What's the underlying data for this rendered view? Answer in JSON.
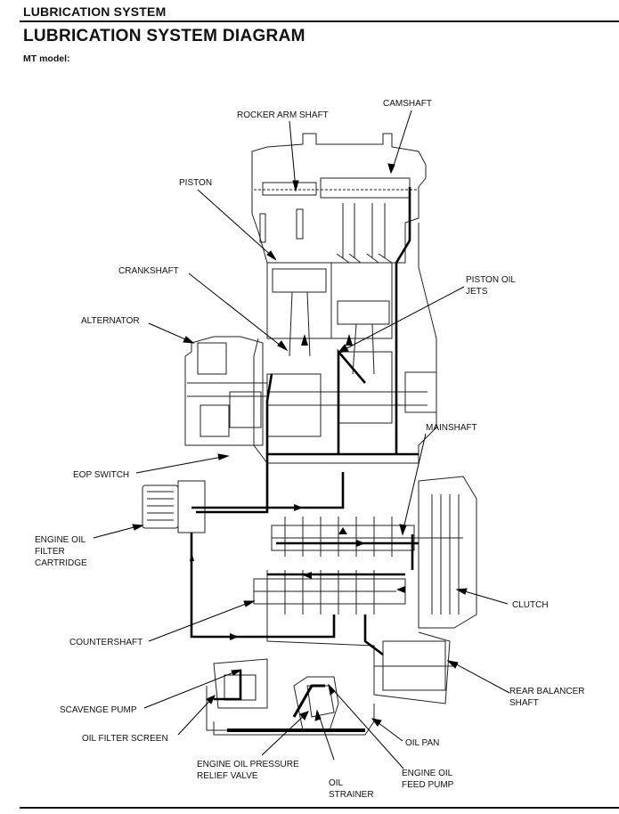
{
  "header": {
    "section": "LUBRICATION SYSTEM"
  },
  "title": "LUBRICATION SYSTEM DIAGRAM",
  "subtitle": "MT model:",
  "labels": {
    "rocker_arm_shaft": "ROCKER ARM SHAFT",
    "camshaft": "CAMSHAFT",
    "piston": "PISTON",
    "crankshaft": "CRANKSHAFT",
    "piston_oil_jets_1": "PISTON OIL",
    "piston_oil_jets_2": "JETS",
    "alternator": "ALTERNATOR",
    "mainshaft": "MAINSHAFT",
    "eop_switch": "EOP SWITCH",
    "filter_1": "ENGINE OIL",
    "filter_2": "FILTER",
    "filter_3": "CARTRIDGE",
    "clutch": "CLUTCH",
    "countershaft": "COUNTERSHAFT",
    "rear_balancer_1": "REAR BALANCER",
    "rear_balancer_2": "SHAFT",
    "scavenge_pump": "SCAVENGE PUMP",
    "oil_filter_screen": "OIL FILTER SCREEN",
    "oil_pan": "OIL PAN",
    "relief_valve_1": "ENGINE OIL PRESSURE",
    "relief_valve_2": "RELIEF VALVE",
    "oil_strainer_1": "OIL",
    "oil_strainer_2": "STRAINER",
    "feed_pump_1": "ENGINE OIL",
    "feed_pump_2": "FEED PUMP"
  }
}
